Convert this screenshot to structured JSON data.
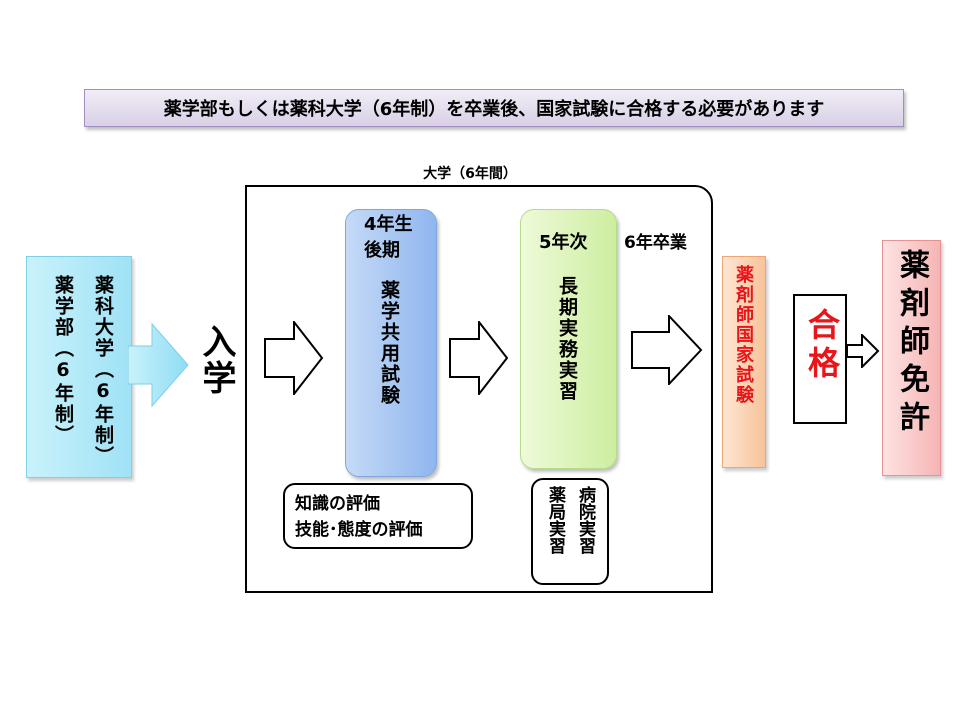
{
  "header": {
    "text": "薬学部もしくは薬科大学（6年制）を卒業後、国家試験に合格する必要があります"
  },
  "source": {
    "col1": "薬科大学（6年制）",
    "col2": "薬学部（6年制）"
  },
  "enrollment": "入学",
  "university": {
    "label": "大学（6年間）"
  },
  "phase1": {
    "title_line1": "4年生",
    "title_line2": "後期",
    "body": "薬学共用試験"
  },
  "phase2": {
    "title": "5年次",
    "body": "長期実務実習"
  },
  "note1": {
    "line1": "知識の評価",
    "line2": "技能･態度の評価"
  },
  "note2": {
    "col1": "病院実習",
    "col2": "薬局実習"
  },
  "graduation": "6年卒業",
  "exam": "薬剤師国家試験",
  "pass": "合格",
  "license": "薬剤師免許",
  "colors": {
    "accent_red": "#e8161a",
    "source_cyan": "#9fe2f6",
    "phase_blue": "#8fb6ee",
    "phase_green": "#cdeea0",
    "exam_orange": "#f7c39a",
    "license_pink": "#f6b4b4",
    "header_lavender": "#d9d0e6"
  },
  "icons": [
    "arrow-right-icon"
  ]
}
